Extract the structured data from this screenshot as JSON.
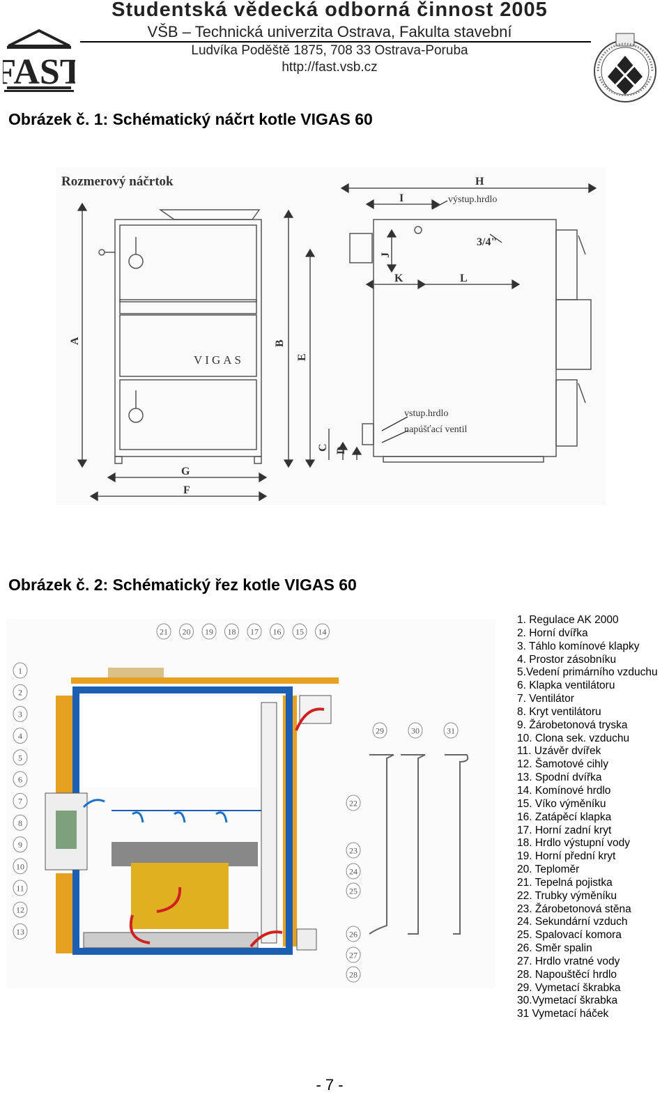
{
  "header": {
    "title": "Studentská vědecká odborná činnost 2005",
    "subtitle": "VŠB – Technická univerzita Ostrava, Fakulta  stavební",
    "address": "Ludvíka Poděště 1875, 708 33 Ostrava-Poruba",
    "url": "http://fast.vsb.cz",
    "logo_left_text": "FAST"
  },
  "figure1": {
    "caption": "Obrázek č. 1: Schématický náčrt kotle VIGAS 60",
    "drawing_title": "Rozmerový náčrtok",
    "brand": "VIGAS",
    "dims": {
      "A": "A",
      "B": "B",
      "E": "E",
      "G": "G",
      "F": "F",
      "H": "H",
      "I": "I",
      "J": "J",
      "K": "K",
      "L": "L",
      "C": "C",
      "D": "D"
    },
    "outlet_label": "výstup.hrdlo",
    "thread_label": "3/4\"",
    "inlet_label": "vstup.hrdlo",
    "valve_label": "napúšťací ventil"
  },
  "figure2": {
    "caption": "Obrázek č. 2: Schématický řez kotle VIGAS 60",
    "markers_top": [
      "21",
      "20",
      "19",
      "18",
      "17",
      "16",
      "15",
      "14"
    ],
    "markers_left": [
      "1",
      "2",
      "3",
      "4",
      "5",
      "6",
      "7",
      "8",
      "9",
      "10",
      "11",
      "12",
      "13"
    ],
    "markers_right": [
      "22",
      "23",
      "24",
      "25",
      "26",
      "27",
      "28"
    ],
    "markers_tools": [
      "29",
      "30",
      "31"
    ]
  },
  "legend": [
    "1. Regulace  AK 2000",
    "2. Horní dvířka",
    "3. Táhlo komínové klapky",
    "4. Prostor zásobníku",
    "5.Vedení primárního vzduchu",
    "6. Klapka ventilátoru",
    "7. Ventilátor",
    "8. Kryt ventilátoru",
    "9. Žárobetonová tryska",
    "10. Clona sek. vzduchu",
    "11. Uzávěr dvířek",
    "12. Šamotové cihly",
    "13. Spodní dvířka",
    "14. Komínové hrdlo",
    "15. Víko výměníku",
    "16. Zatápěcí  klapka",
    "17. Horní zadní kryt",
    "18. Hrdlo výstupní vody",
    "19. Horní přední kryt",
    "20. Teploměr",
    "21. Tepelná pojistka",
    "22. Trubky výměníku",
    "23. Žárobetonová stěna",
    "24. Sekundární vzduch",
    "25. Spalovací  komora",
    "26. Směr spalin",
    "27. Hrdlo vratné vody",
    "28. Napouštěcí hrdlo",
    "29. Vymetací škrabka",
    "30.Vymetací škrabka",
    "31 Vymetací háček"
  ],
  "footer": {
    "page_number": "- 7 -"
  }
}
